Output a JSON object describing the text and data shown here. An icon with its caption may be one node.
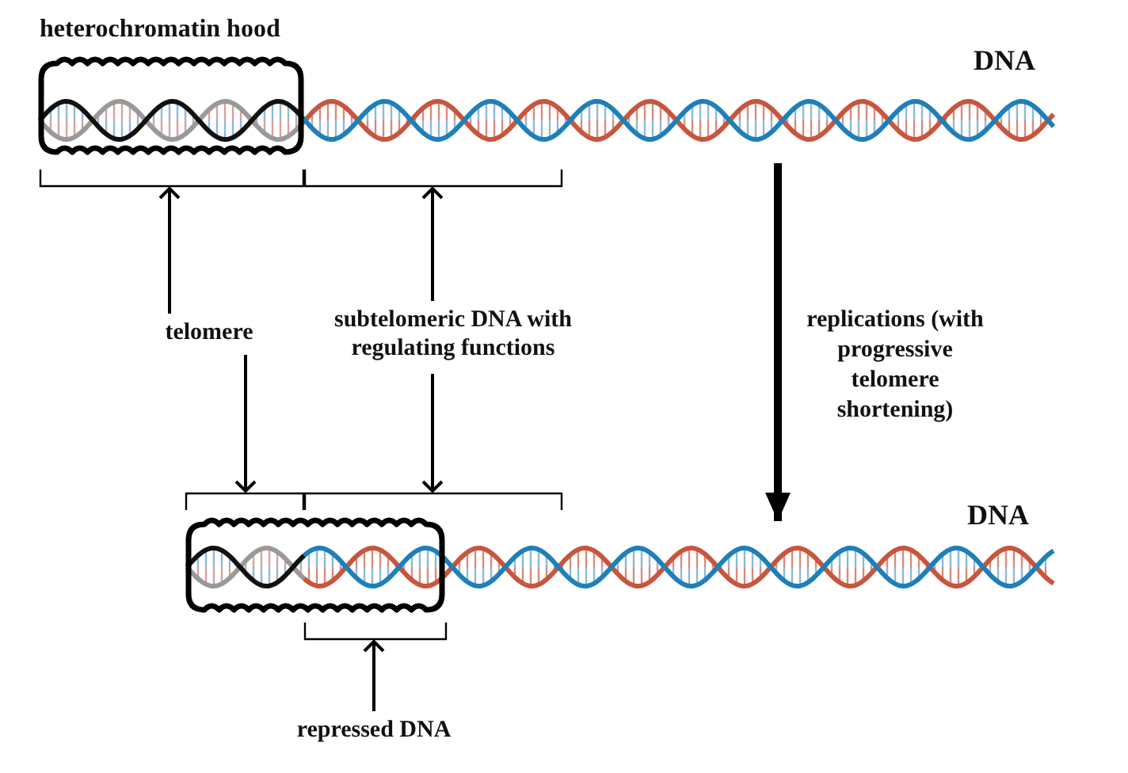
{
  "diagram": {
    "nodes": [
      {
        "text": [],
        "shape": "picture",
        "beside": [
          "DNA"
        ]
      },
      {
        "text": [
          "heterochromatin hood"
        ]
      },
      {
        "text": [],
        "shape": "bracket"
      },
      {
        "text": [],
        "shape": "bracket"
      },
      {
        "text": [
          "telomere"
        ]
      },
      {
        "text": [
          "subtelomeric DNA with regulating functions"
        ]
      },
      {
        "text": [],
        "shape": "bracket"
      },
      {
        "text": [],
        "shape": "bracket"
      },
      {
        "text": [],
        "shape": "picture",
        "beside": [
          "DNA"
        ]
      },
      {
        "text": [],
        "shape": "box"
      },
      {
        "text": [],
        "shape": "bracket"
      },
      {
        "text": [
          "repressed DNA"
        ]
      }
    ],
    "edges": [
      {
        "from": 4,
        "to": 2,
        "arrow": "to"
      },
      {
        "from": 5,
        "to": 3,
        "arrow": "to"
      },
      {
        "from": 4,
        "to": 6,
        "arrow": "to"
      },
      {
        "from": 5,
        "to": 7,
        "arrow": "to"
      },
      {
        "from": 11,
        "to": 10,
        "arrow": "to"
      },
      {
        "from": 0,
        "to": 8,
        "arrow": "to",
        "style": "thick",
        "label": "replications (with progressive telomere shortening)"
      }
    ]
  }
}
